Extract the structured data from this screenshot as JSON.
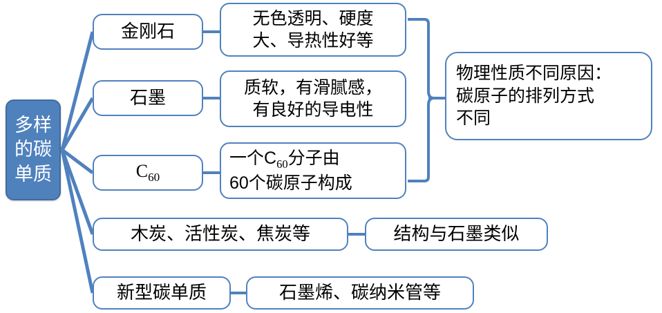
{
  "diagram": {
    "title": "多样的碳单质",
    "colors": {
      "accent": "#4F81BD",
      "root_fill": "#4F81BD",
      "root_text": "#FFFFFF",
      "node_fill": "#FFFFFF",
      "node_text": "#000000",
      "background": "#FFFFFF"
    },
    "root": {
      "label": "多样\n的碳\n单质"
    },
    "branches": [
      {
        "id": "diamond",
        "label": "金刚石",
        "desc": "无色透明、硬度\n大、导热性好等"
      },
      {
        "id": "graphite",
        "label": "石墨",
        "desc": "质软，有滑腻感，\n有良好的导电性"
      },
      {
        "id": "c60",
        "label": "C60",
        "label_base": "C",
        "label_sub": "60",
        "desc_line1_pre": "一个C",
        "desc_line1_sub": "60",
        "desc_line1_post": "分子由",
        "desc_line2": "60个碳原子构成"
      },
      {
        "id": "charcoal",
        "label": "木炭、活性炭、焦炭等",
        "desc": "结构与石墨类似"
      },
      {
        "id": "newtype",
        "label": "新型碳单质",
        "desc": "石墨烯、碳纳米管等"
      }
    ],
    "conclusion": {
      "label": "物理性质不同原因：\n碳原子的排列方式\n不同"
    }
  }
}
